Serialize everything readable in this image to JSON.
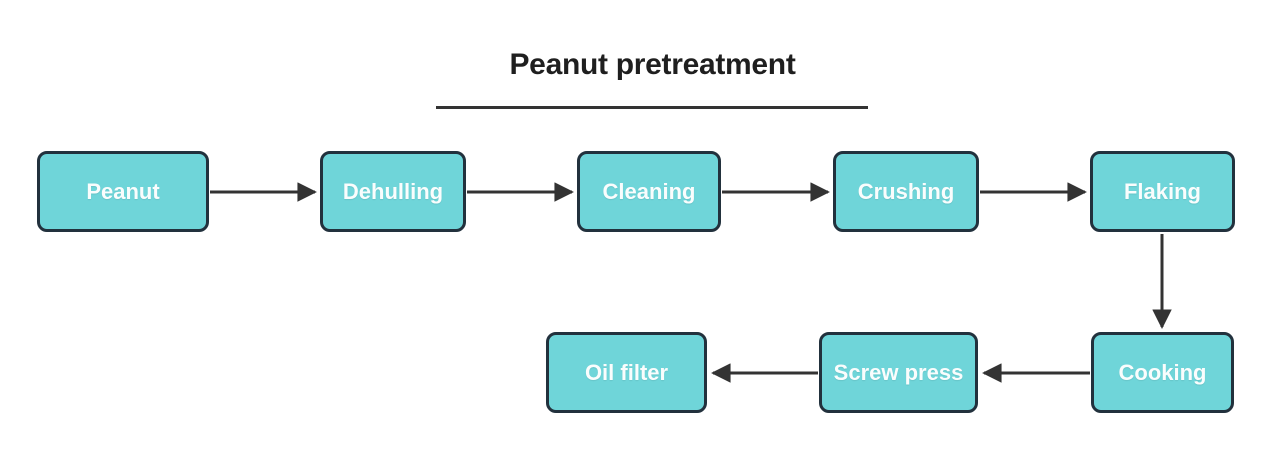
{
  "title": {
    "text": "Peanut pretreatment"
  },
  "colors": {
    "background": "#ffffff",
    "node-fill": "#6fd5d9",
    "node-border": "#22313d",
    "node-text": "#fafdfd",
    "arrow": "#333333",
    "underline": "#333333",
    "title-text": "#1f1f1f"
  },
  "nodes": [
    {
      "id": "peanut",
      "label": "Peanut"
    },
    {
      "id": "dehulling",
      "label": "Dehulling"
    },
    {
      "id": "cleaning",
      "label": "Cleaning"
    },
    {
      "id": "crushing",
      "label": "Crushing"
    },
    {
      "id": "flaking",
      "label": "Flaking"
    },
    {
      "id": "cooking",
      "label": "Cooking"
    },
    {
      "id": "screw-press",
      "label": "Screw press"
    },
    {
      "id": "oil-filter",
      "label": "Oil filter"
    }
  ],
  "edges": [
    {
      "from": "peanut",
      "to": "dehulling"
    },
    {
      "from": "dehulling",
      "to": "cleaning"
    },
    {
      "from": "cleaning",
      "to": "crushing"
    },
    {
      "from": "crushing",
      "to": "flaking"
    },
    {
      "from": "flaking",
      "to": "cooking"
    },
    {
      "from": "cooking",
      "to": "screw-press"
    },
    {
      "from": "screw-press",
      "to": "oil-filter"
    }
  ]
}
